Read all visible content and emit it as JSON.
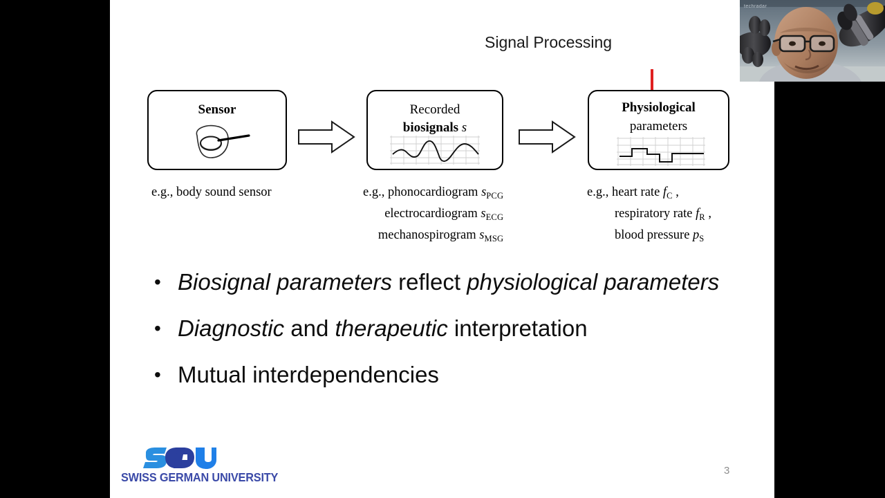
{
  "slide": {
    "page_number": "3",
    "heading": "Signal Processing",
    "diagram": {
      "boxes": [
        {
          "id": "sensor",
          "title_bold": "Sensor",
          "title_regular": "",
          "symbol": "",
          "icon": "body-sound-sensor-sketch",
          "caption_lines": [
            "e.g., body sound sensor"
          ]
        },
        {
          "id": "biosignals",
          "title_regular": "Recorded",
          "title_bold": "biosignals",
          "symbol": "s",
          "icon": "waveform-graph",
          "caption_lines": [
            {
              "text": "e.g., phonocardiogram ",
              "sym": "s",
              "sub": "PCG"
            },
            {
              "text": "electrocardiogram ",
              "sym": "s",
              "sub": "ECG"
            },
            {
              "text": "mechanospirogram ",
              "sym": "s",
              "sub": "MSG"
            }
          ]
        },
        {
          "id": "physiological",
          "title_bold": "Physiological",
          "title_regular": "parameters",
          "symbol": "",
          "icon": "step-function-graph",
          "caption_lines": [
            {
              "text": "e.g., heart rate ",
              "sym": "f",
              "sub": "C",
              "tail": " ,"
            },
            {
              "text": "respiratory rate ",
              "sym": "f",
              "sub": "R",
              "tail": " ,"
            },
            {
              "text": "blood pressure ",
              "sym": "p",
              "sub": "S",
              "tail": ""
            }
          ]
        }
      ],
      "arrows": [
        "block-arrow-right",
        "block-arrow-right",
        "red-down-arrow"
      ],
      "laser_pointer": "red-laser-dot"
    },
    "bullets": [
      [
        {
          "t": "Biosignal parameters",
          "i": true
        },
        {
          "t": " reflect ",
          "i": false
        },
        {
          "t": "physiological parameters",
          "i": true
        }
      ],
      [
        {
          "t": "Diagnostic",
          "i": true
        },
        {
          "t": " and ",
          "i": false
        },
        {
          "t": "therapeutic",
          "i": true
        },
        {
          "t": " interpretation",
          "i": false
        }
      ],
      [
        {
          "t": "Mutual interdependencies",
          "i": false
        }
      ]
    ],
    "bullet_marker": "•",
    "logo": {
      "mark_text": "SGU",
      "registered": "®",
      "wordmark": "SWISS GERMAN UNIVERSITY",
      "color_light_blue": "#2a8fe0",
      "color_navy": "#2b3f9e",
      "color_bright_blue": "#1f7fe8",
      "color_wordmark": "#3b4aa8"
    }
  },
  "webcam": {
    "watermark": "techradar",
    "description": "presenter-video-overlay"
  },
  "colors": {
    "slide_background": "#ffffff",
    "letterbox": "#000000",
    "red_accent": "#e02020",
    "page_number": "#8d8d8d"
  }
}
